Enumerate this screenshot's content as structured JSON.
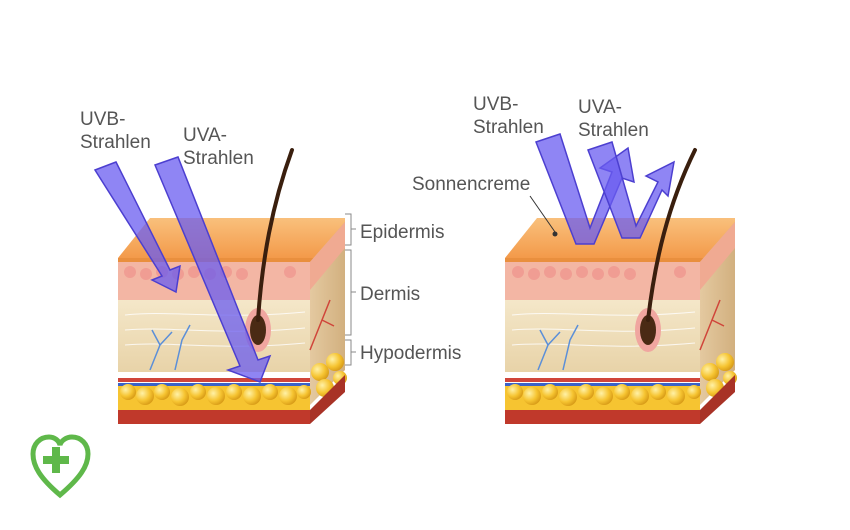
{
  "labels": {
    "uvb_left_line1": "UVB-",
    "uvb_left_line2": "Strahlen",
    "uva_left_line1": "UVA-",
    "uva_left_line2": "Strahlen",
    "uvb_right_line1": "UVB-",
    "uvb_right_line2": "Strahlen",
    "uva_right_line1": "UVA-",
    "uva_right_line2": "Strahlen",
    "sunscreen": "Sonnencreme",
    "epidermis": "Epidermis",
    "dermis": "Dermis",
    "hypodermis": "Hypodermis"
  },
  "colors": {
    "ray": "#6a5cf0",
    "ray_outline": "#4c3fd0",
    "epidermis_top": "#f7a85a",
    "dermis": "#efe0c0",
    "fat": "#f6c431",
    "muscle": "#c0392b",
    "logo": "#5fb84a",
    "bracket": "#8a8a8a"
  },
  "icons": [
    "logo-heart-cross-icon",
    "hair-icon",
    "skin-block-icon"
  ]
}
